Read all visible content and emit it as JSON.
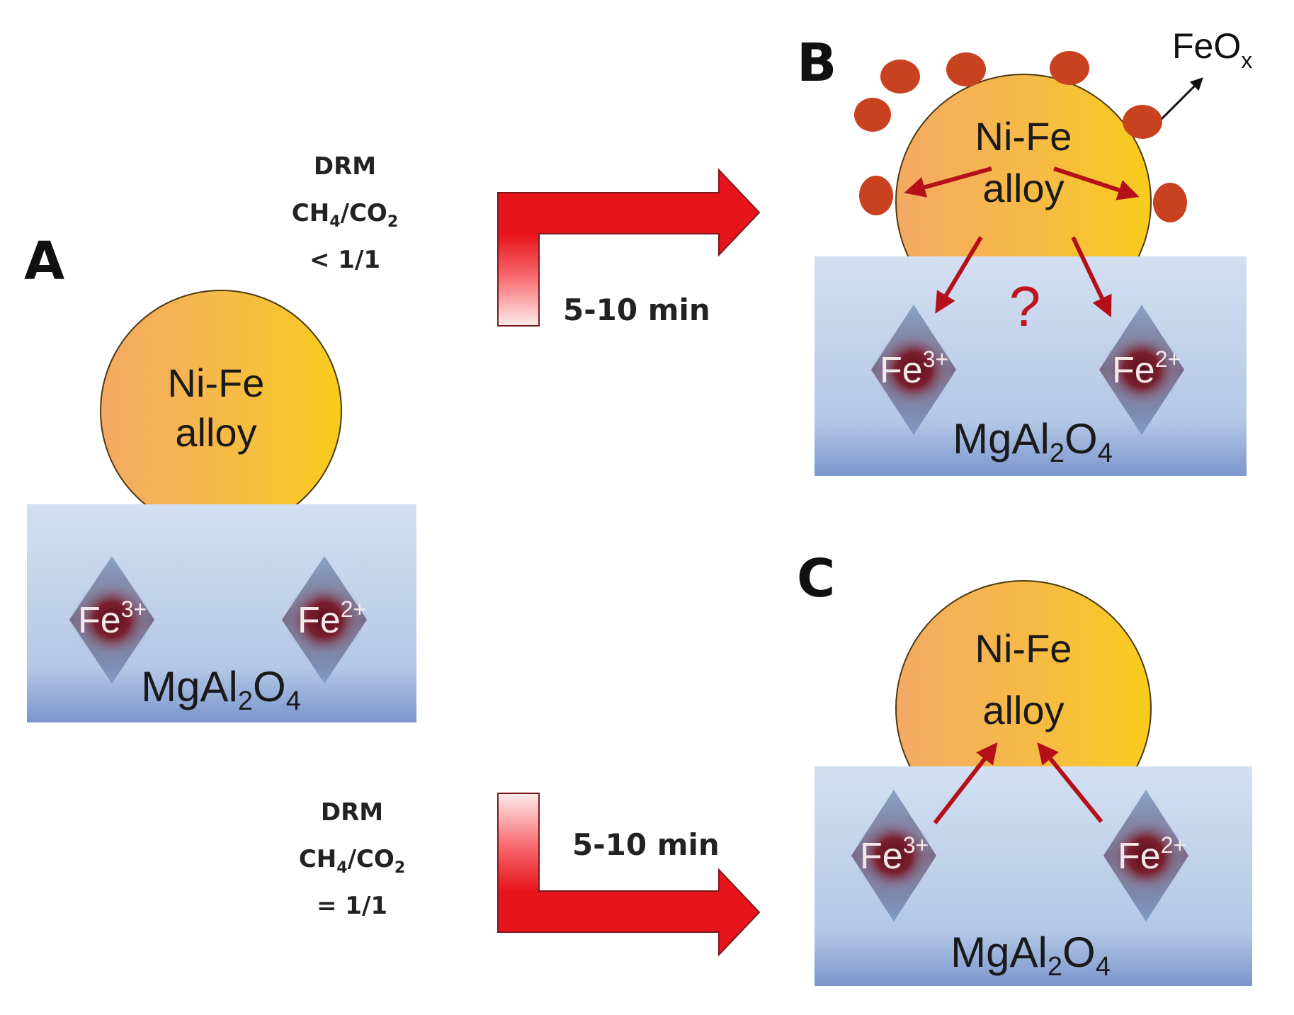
{
  "panels": {
    "a": {
      "letter": "A",
      "alloy_line1": "Ni-Fe",
      "alloy_line2": "alloy",
      "support": {
        "base": "MgAl",
        "sub1": "2",
        "mid": "O",
        "sub2": "4"
      },
      "ion_left": {
        "base": "Fe",
        "sup": "3+"
      },
      "ion_right": {
        "base": "Fe",
        "sup": "2+"
      }
    },
    "b": {
      "letter": "B",
      "alloy_line1": "Ni-Fe",
      "alloy_line2": "alloy",
      "support": {
        "base": "MgAl",
        "sub1": "2",
        "mid": "O",
        "sub2": "4"
      },
      "ion_left": {
        "base": "Fe",
        "sup": "3+"
      },
      "ion_right": {
        "base": "Fe",
        "sup": "2+"
      },
      "question": "?",
      "feox": {
        "base": "FeO",
        "sub": "x"
      }
    },
    "c": {
      "letter": "C",
      "alloy_line1": "Ni-Fe",
      "alloy_line2": "alloy",
      "support": {
        "base": "MgAl",
        "sub1": "2",
        "mid": "O",
        "sub2": "4"
      },
      "ion_left": {
        "base": "Fe",
        "sup": "3+"
      },
      "ion_right": {
        "base": "Fe",
        "sup": "2+"
      }
    }
  },
  "conditions": {
    "top": {
      "line1": "DRM",
      "line2": {
        "a": "CH",
        "s1": "4",
        "b": "/CO",
        "s2": "2"
      },
      "line3": "< 1/1",
      "time": "5-10 min"
    },
    "bottom": {
      "line1": "DRM",
      "line2": {
        "a": "CH",
        "s1": "4",
        "b": "/CO",
        "s2": "2"
      },
      "line3": "= 1/1",
      "time": "5-10 min"
    }
  },
  "colors": {
    "support_top": "#cfdcef",
    "support_bottom": "#7f99cf",
    "alloy_light": "#f6b46a",
    "alloy_dark": "#f7c62a",
    "alloy_stroke": "#4a3a10",
    "diamond_blue": "#7f9cc4",
    "diamond_core": "#6e1420",
    "arrow_red": "#e8141c",
    "small_arrow": "#b5101a",
    "feox_particle": "#c9421f"
  }
}
